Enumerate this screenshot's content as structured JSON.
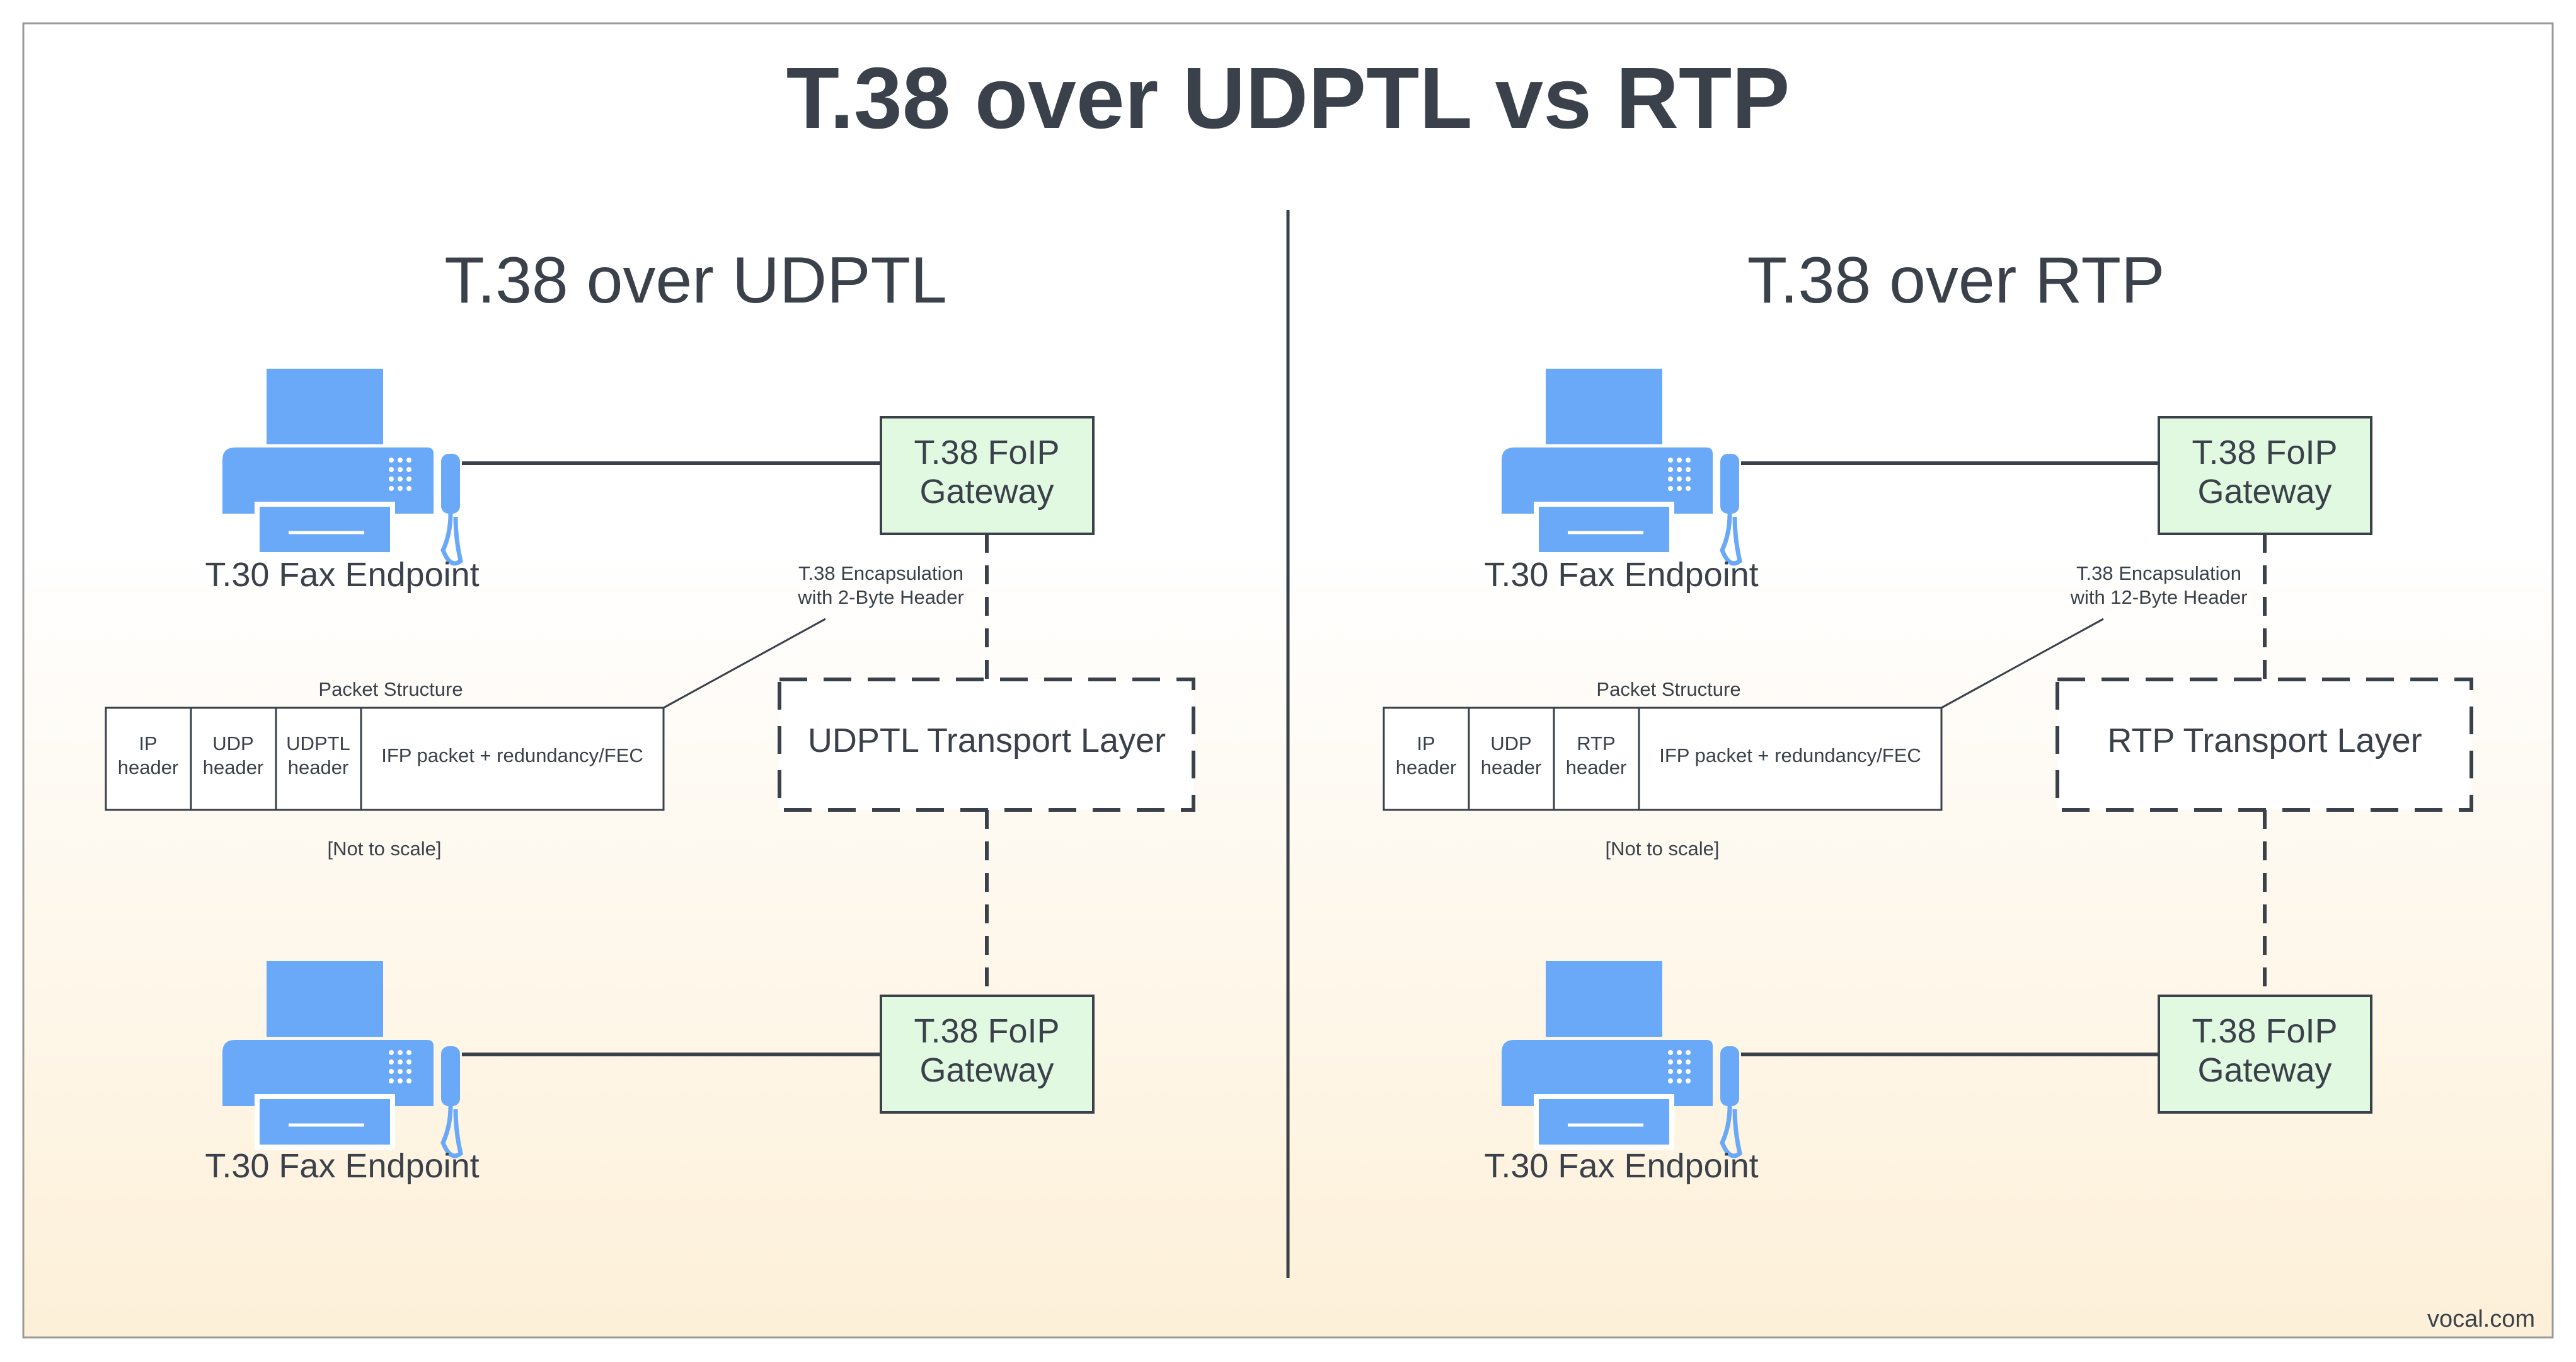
{
  "title": "T.38 over UDPTL vs RTP",
  "brand": "vocal.com",
  "colors": {
    "fax_icon": "#6aa9f7",
    "gateway_fill": "#e1f8e1",
    "text": "#3a414a",
    "background_bottom": "#fdf0d8"
  },
  "left": {
    "heading": "T.38 over UDPTL",
    "endpoint_top": "T.30 Fax Endpoint",
    "endpoint_bottom": "T.30 Fax Endpoint",
    "gateway_top": [
      "T.38 FoIP",
      "Gateway"
    ],
    "gateway_bottom": [
      "T.38 FoIP",
      "Gateway"
    ],
    "encapsulation": [
      "T.38 Encapsulation",
      "with 2-Byte Header"
    ],
    "transport": "UDPTL Transport Layer",
    "packet_title": "Packet Structure",
    "cells": [
      [
        "IP",
        "header"
      ],
      [
        "UDP",
        "header"
      ],
      [
        "UDPTL",
        "header"
      ],
      [
        "IFP packet + redundancy/FEC"
      ]
    ],
    "scale_note": "[Not to scale]"
  },
  "right": {
    "heading": "T.38 over RTP",
    "endpoint_top": "T.30 Fax Endpoint",
    "endpoint_bottom": "T.30 Fax Endpoint",
    "gateway_top": [
      "T.38 FoIP",
      "Gateway"
    ],
    "gateway_bottom": [
      "T.38 FoIP",
      "Gateway"
    ],
    "encapsulation": [
      "T.38 Encapsulation",
      "with 12-Byte Header"
    ],
    "transport": "RTP Transport Layer",
    "packet_title": "Packet Structure",
    "cells": [
      [
        "IP",
        "header"
      ],
      [
        "UDP",
        "header"
      ],
      [
        "RTP",
        "header"
      ],
      [
        "IFP packet + redundancy/FEC"
      ]
    ],
    "scale_note": "[Not to scale]"
  }
}
